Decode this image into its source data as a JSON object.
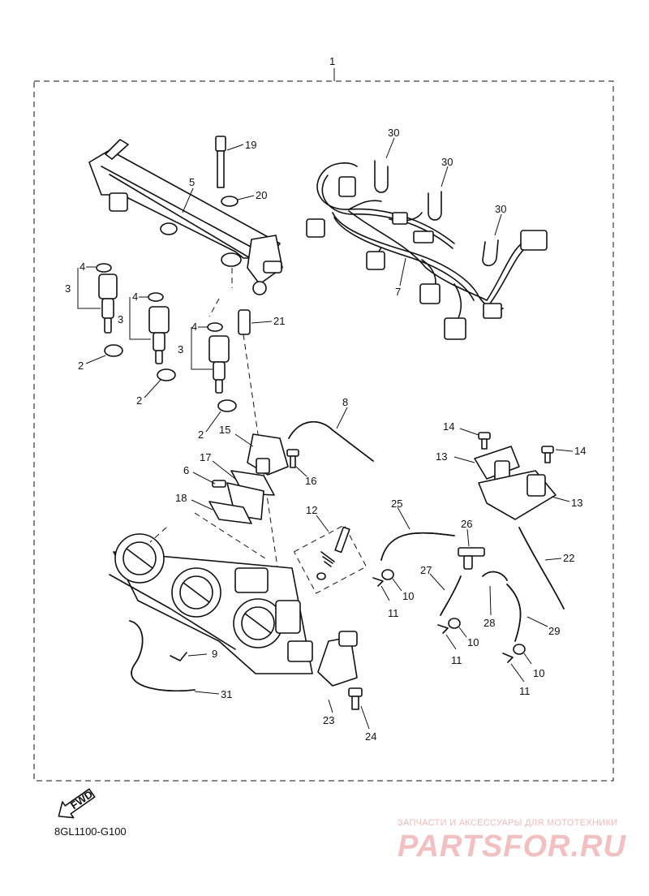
{
  "diagram": {
    "assembly_number": "1",
    "code": "8GL1100-G100",
    "fwd_label": "FWD"
  },
  "callouts": {
    "p1": "1",
    "p2a": "2",
    "p2b": "2",
    "p2c": "2",
    "p3a": "3",
    "p3b": "3",
    "p3c": "3",
    "p4a": "4",
    "p4b": "4",
    "p4c": "4",
    "p5": "5",
    "p6": "6",
    "p7": "7",
    "p8": "8",
    "p9": "9",
    "p10a": "10",
    "p10b": "10",
    "p10c": "10",
    "p11a": "11",
    "p11b": "11",
    "p11c": "11",
    "p12": "12",
    "p13a": "13",
    "p13b": "13",
    "p14a": "14",
    "p14b": "14",
    "p15": "15",
    "p16": "16",
    "p17": "17",
    "p18": "18",
    "p19": "19",
    "p20": "20",
    "p21": "21",
    "p22": "22",
    "p23": "23",
    "p24": "24",
    "p25": "25",
    "p26": "26",
    "p27": "27",
    "p28": "28",
    "p29": "29",
    "p30a": "30",
    "p30b": "30",
    "p30c": "30",
    "p31": "31"
  },
  "watermark": {
    "tagline": "ЗАПЧАСТИ И АКСЕССУАРЫ ДЛЯ МОТОТЕХНИКИ",
    "logo": "PARTSFOR.RU"
  }
}
